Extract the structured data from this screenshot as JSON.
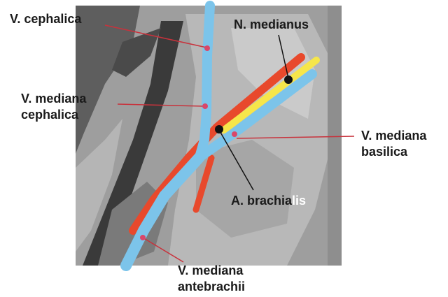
{
  "figure": {
    "labels": {
      "v_cephalica": "V. cephalica",
      "n_medianus": "N. medianus",
      "v_mediana_cephalica_1": "V. mediana",
      "v_mediana_cephalica_2": "cephalica",
      "v_mediana_basilica_1": "V. mediana",
      "v_mediana_basilica_2": "basilica",
      "a_brachialis_a": "A. brachia",
      "a_brachialis_b": "lis",
      "v_mediana_antebrachii_1": "V. mediana",
      "v_mediana_antebrachii_2": "antebrachii"
    },
    "colors": {
      "vein": "#7cc4ea",
      "artery": "#e8492c",
      "nerve": "#f6e64a",
      "leader_red": "#c8323c",
      "leader_black": "#111111",
      "marker_red": "#d9476a",
      "marker_black": "#111111",
      "text_dark": "#1a1a1a",
      "text_light": "#ffffff",
      "photo_bg": "#9a9a9a"
    }
  }
}
